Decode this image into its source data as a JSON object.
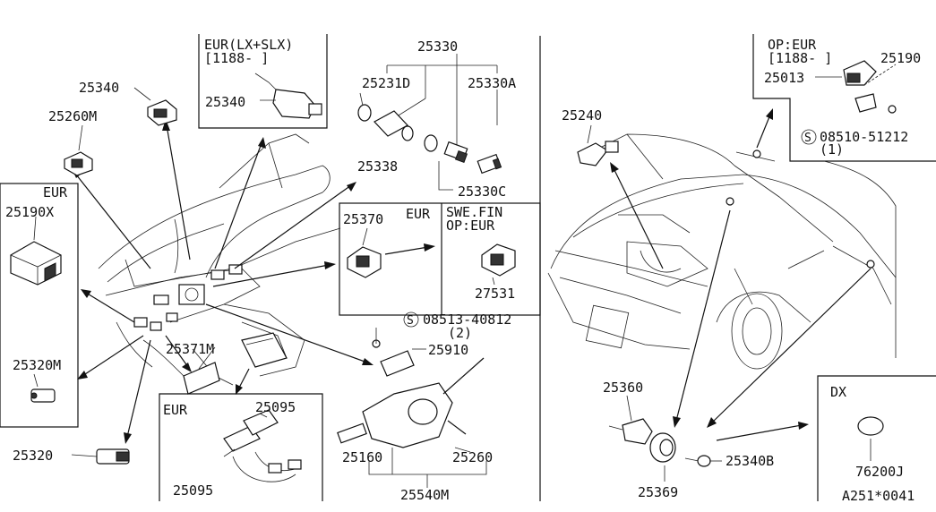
{
  "labels": {
    "p25330": "25330",
    "p25231d": "25231D",
    "p25330a": "25330A",
    "p25338": "25338",
    "p25330c": "25330C",
    "eur_lx_slx": "EUR(LX+SLX)",
    "range_1188": "[1188-   ]",
    "p25340_box": "25340",
    "p25340": "25340",
    "p25260m": "25260M",
    "eur_left": "EUR",
    "p25190x": "25190X",
    "p25320m": "25320M",
    "p25320": "25320",
    "p25371m": "25371M",
    "eur_bottom": "EUR",
    "p25095_top": "25095",
    "p25095_bottom": "25095",
    "p25370": "25370",
    "eur_mid": "EUR",
    "swe_fin": "SWE.FIN",
    "op_eur_mid": "OP:EUR",
    "p27531": "27531",
    "s_08513": "08513-40812",
    "s_08513_qty": "(2)",
    "p25910": "25910",
    "p25160": "25160",
    "p25260": "25260",
    "p25540m": "25540M",
    "op_eur_top": "OP:EUR",
    "range_1188_right": "[1188-    ]",
    "p25013": "25013",
    "p25190": "25190",
    "s_08510": "08510-51212",
    "s_08510_qty": "(1)",
    "p25240": "25240",
    "p25360": "25360",
    "p25340b": "25340B",
    "p25369": "25369",
    "dx": "DX",
    "p76200j": "76200J",
    "diagram_code": "A251*0041",
    "screw_symbol": "S"
  }
}
